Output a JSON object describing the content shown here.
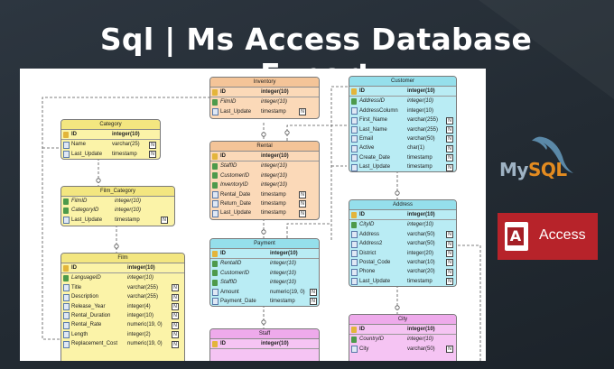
{
  "headline": "Sql | Ms Access Database Expert",
  "logos": {
    "mysql": {
      "my": "My",
      "sql": "SQL"
    },
    "access": {
      "letter": "A",
      "label": "Access"
    }
  },
  "colors": {
    "background": "#252d35",
    "entity_yellow": "#fbf3a8",
    "entity_orange": "#fbd9b8",
    "entity_cyan": "#b9ecf4",
    "entity_pink": "#f5c4f3",
    "access_red": "#b7232a",
    "mysql_orange": "#e38b20"
  },
  "entities": {
    "category": {
      "title": "Category",
      "rows": [
        [
          "ID",
          "integer(10)",
          ""
        ],
        [
          "Name",
          "varchar(25)",
          "N"
        ],
        [
          "Last_Update",
          "timestamp",
          "N"
        ]
      ]
    },
    "film_category": {
      "title": "Film_Category",
      "rows": [
        [
          "FilmID",
          "integer(10)",
          ""
        ],
        [
          "CategoryID",
          "integer(10)",
          ""
        ],
        [
          "Last_Update",
          "timestamp",
          "N"
        ]
      ]
    },
    "film": {
      "title": "Film",
      "rows": [
        [
          "ID",
          "integer(10)",
          ""
        ],
        [
          "LanguageID",
          "integer(10)",
          ""
        ],
        [
          "Title",
          "varchar(255)",
          "N"
        ],
        [
          "Description",
          "varchar(255)",
          "N"
        ],
        [
          "Release_Year",
          "integer(4)",
          "N"
        ],
        [
          "Rental_Duration",
          "integer(10)",
          "N"
        ],
        [
          "Rental_Rate",
          "numeric(19, 0)",
          "N"
        ],
        [
          "Length",
          "integer(2)",
          "N"
        ],
        [
          "Replacement_Cost",
          "numeric(19, 0)",
          "N"
        ]
      ]
    },
    "inventory": {
      "title": "Inventory",
      "rows": [
        [
          "ID",
          "integer(10)",
          ""
        ],
        [
          "FilmID",
          "integer(10)",
          ""
        ],
        [
          "Last_Update",
          "timestamp",
          "N"
        ]
      ]
    },
    "rental": {
      "title": "Rental",
      "rows": [
        [
          "ID",
          "integer(10)",
          ""
        ],
        [
          "StaffID",
          "integer(10)",
          ""
        ],
        [
          "CustomerID",
          "integer(10)",
          ""
        ],
        [
          "InventoryID",
          "integer(10)",
          ""
        ],
        [
          "Rental_Date",
          "timestamp",
          "N"
        ],
        [
          "Return_Date",
          "timestamp",
          "N"
        ],
        [
          "Last_Update",
          "timestamp",
          "N"
        ]
      ]
    },
    "payment": {
      "title": "Payment",
      "rows": [
        [
          "ID",
          "integer(10)",
          ""
        ],
        [
          "RentalID",
          "integer(10)",
          ""
        ],
        [
          "CustomerID",
          "integer(10)",
          ""
        ],
        [
          "StaffID",
          "integer(10)",
          ""
        ],
        [
          "Amount",
          "numeric(19, 0)",
          "N"
        ],
        [
          "Payment_Date",
          "timestamp",
          "N"
        ]
      ]
    },
    "staff": {
      "title": "Staff",
      "rows": [
        [
          "ID",
          "integer(10)",
          ""
        ]
      ]
    },
    "customer": {
      "title": "Customer",
      "rows": [
        [
          "ID",
          "integer(10)",
          ""
        ],
        [
          "AddressID",
          "integer(10)",
          ""
        ],
        [
          "AddressColumn",
          "integer(10)",
          ""
        ],
        [
          "First_Name",
          "varchar(255)",
          "N"
        ],
        [
          "Last_Name",
          "varchar(255)",
          "N"
        ],
        [
          "Email",
          "varchar(50)",
          "N"
        ],
        [
          "Active",
          "char(1)",
          "N"
        ],
        [
          "Create_Date",
          "timestamp",
          "N"
        ],
        [
          "Last_Update",
          "timestamp",
          "N"
        ]
      ]
    },
    "address": {
      "title": "Address",
      "rows": [
        [
          "ID",
          "integer(10)",
          ""
        ],
        [
          "CityID",
          "integer(10)",
          ""
        ],
        [
          "Address",
          "varchar(50)",
          "N"
        ],
        [
          "Address2",
          "varchar(50)",
          "N"
        ],
        [
          "District",
          "integer(20)",
          "N"
        ],
        [
          "Postal_Code",
          "varchar(10)",
          "N"
        ],
        [
          "Phone",
          "varchar(20)",
          "N"
        ],
        [
          "Last_Update",
          "timestamp",
          "N"
        ]
      ]
    },
    "city": {
      "title": "City",
      "rows": [
        [
          "ID",
          "integer(10)",
          ""
        ],
        [
          "CountryID",
          "integer(10)",
          ""
        ],
        [
          "City",
          "varchar(50)",
          "N"
        ]
      ]
    }
  }
}
